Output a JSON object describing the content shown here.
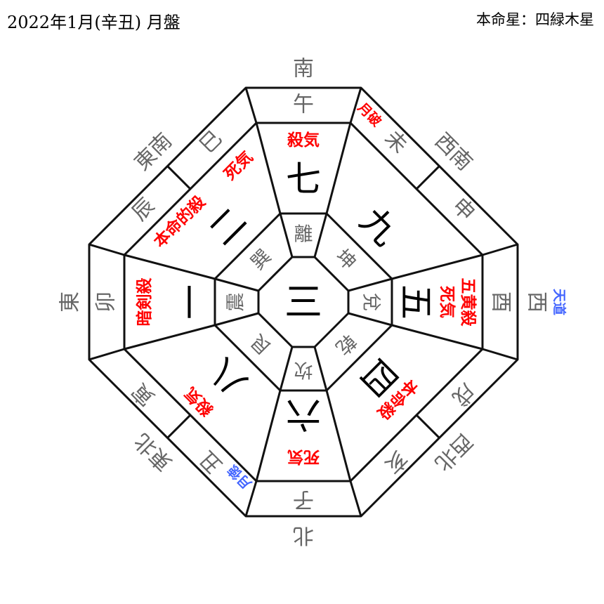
{
  "header": {
    "title": "2022年1月(辛丑) 月盤",
    "honmeisei": "本命星：四緑木星"
  },
  "colors": {
    "warning": "#ff0000",
    "lucky": "#4466ff",
    "line": "#111111",
    "muted": "#666666"
  },
  "center": {
    "star": "三"
  },
  "sectors": [
    {
      "direction": "南",
      "zodiac": [
        "午"
      ],
      "star": "七",
      "trigram": "離",
      "labels": [
        {
          "text": "殺気",
          "color": "#ff0000"
        }
      ]
    },
    {
      "direction": "西南",
      "zodiac": [
        "未",
        "申"
      ],
      "star": "九",
      "trigram": "坤",
      "labels": [
        {
          "text": "月破",
          "color": "#ff0000"
        }
      ]
    },
    {
      "direction": "西",
      "zodiac": [
        "酉"
      ],
      "star": "五",
      "trigram": "兌",
      "labels": [
        {
          "text": "五黄殺",
          "color": "#ff0000"
        },
        {
          "text": "死気",
          "color": "#ff0000"
        },
        {
          "text": "天道",
          "color": "#4466ff"
        }
      ]
    },
    {
      "direction": "西北",
      "zodiac": [
        "戌",
        "亥"
      ],
      "star": "四",
      "trigram": "乾",
      "labels": [
        {
          "text": "本命殺",
          "color": "#ff0000"
        }
      ]
    },
    {
      "direction": "北",
      "zodiac": [
        "子"
      ],
      "star": "六",
      "trigram": "坎",
      "labels": [
        {
          "text": "死気",
          "color": "#ff0000"
        }
      ]
    },
    {
      "direction": "東北",
      "zodiac": [
        "丑",
        "寅"
      ],
      "star": "八",
      "trigram": "艮",
      "labels": [
        {
          "text": "殺気",
          "color": "#ff0000"
        },
        {
          "text": "月徳",
          "color": "#4466ff"
        }
      ]
    },
    {
      "direction": "東",
      "zodiac": [
        "卯"
      ],
      "star": "一",
      "trigram": "震",
      "labels": [
        {
          "text": "暗剣殺",
          "color": "#ff0000"
        }
      ]
    },
    {
      "direction": "東南",
      "zodiac": [
        "辰",
        "巳"
      ],
      "star": "二",
      "trigram": "巽",
      "labels": [
        {
          "text": "本命的殺",
          "color": "#ff0000"
        },
        {
          "text": "死気",
          "color": "#ff0000"
        }
      ]
    }
  ]
}
